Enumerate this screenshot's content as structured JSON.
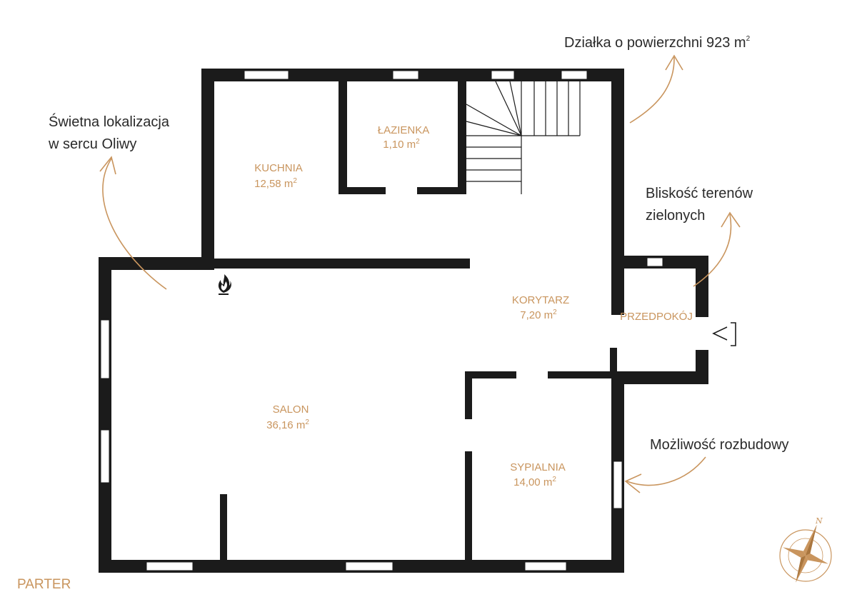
{
  "floor_label": "PARTER",
  "rooms": {
    "kuchnia": {
      "name": "KUCHNIA",
      "area": "12,58 m",
      "unit_sup": "2"
    },
    "lazienka": {
      "name": "ŁAZIENKA",
      "area": "1,10 m",
      "unit_sup": "2"
    },
    "korytarz": {
      "name": "KORYTARZ",
      "area": "7,20 m",
      "unit_sup": "2"
    },
    "przedpokoj": {
      "name": "PRZEDPOKÓJ"
    },
    "salon": {
      "name": "SALON",
      "area": "36,16 m",
      "unit_sup": "2"
    },
    "sypialnia": {
      "name": "SYPIALNIA",
      "area": "14,00 m",
      "unit_sup": "2"
    }
  },
  "notes": {
    "dzialka": {
      "text": "Działka o powierzchni 923 m",
      "sup": "2"
    },
    "lokalizacja": {
      "line1": "Świetna lokalizacja",
      "line2": "w sercu Oliwy"
    },
    "zielen": {
      "line1": "Bliskość terenów",
      "line2": "zielonych"
    },
    "rozbudowa": {
      "text": "Możliwość rozbudowy"
    }
  },
  "compass": {
    "north": "N"
  },
  "icons": {
    "fireplace": "fire-icon",
    "entrance": "entrance-arrow-icon",
    "compass": "compass-rose-icon"
  },
  "colors": {
    "wall": "#1b1b1b",
    "accent": "#c9955e",
    "text": "#2a2a2a",
    "background": "#ffffff"
  }
}
